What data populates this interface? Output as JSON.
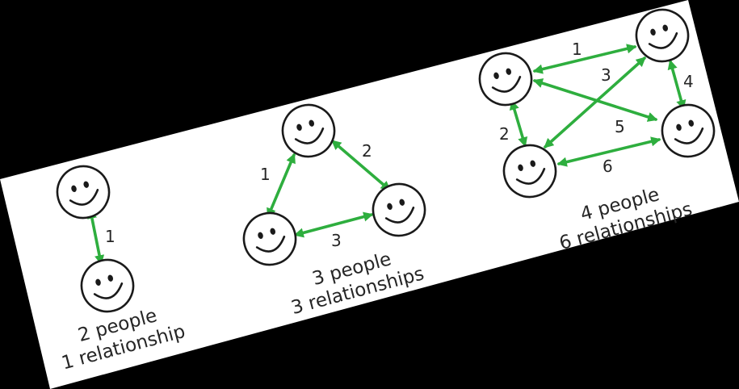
{
  "colors": {
    "arrow": "#2eae3e",
    "card": "#ffffff",
    "background": "#000000",
    "ink": "#1a1a1a"
  },
  "diagrams": [
    {
      "caption_line1": "2 people",
      "caption_line2": "1 relationship",
      "relationships": [
        "1"
      ]
    },
    {
      "caption_line1": "3 people",
      "caption_line2": "3 relationships",
      "relationships": [
        "1",
        "2",
        "3"
      ]
    },
    {
      "caption_line1": "4 people",
      "caption_line2": "6 relationships",
      "relationships": [
        "1",
        "2",
        "3",
        "4",
        "5",
        "6"
      ]
    }
  ]
}
